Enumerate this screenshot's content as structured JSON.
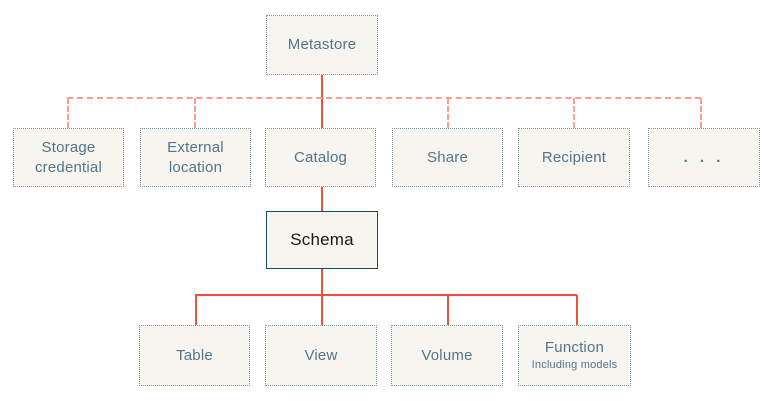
{
  "colors": {
    "accent_red": "#F2503B",
    "dashed_salmon": "#FA9C8E",
    "box_fill": "#F7F5EF",
    "box_border": "#7E98A6",
    "text_slate": "#54748A",
    "schema_border": "#1D4D5E",
    "schema_text": "#1A1A1A",
    "canvas_bg": "#FFFFFF"
  },
  "diagram": {
    "type": "hierarchy",
    "levels": [
      [
        "Metastore"
      ],
      [
        "Storage credential",
        "External location",
        "Catalog",
        "Share",
        "Recipient",
        ". . ."
      ],
      [
        "Schema"
      ],
      [
        "Table",
        "View",
        "Volume",
        "Function (Including models)"
      ]
    ]
  },
  "nodes": {
    "metastore": {
      "label": "Metastore"
    },
    "storage_credential": {
      "label": "Storage credential"
    },
    "external_location": {
      "label": "External location"
    },
    "catalog": {
      "label": "Catalog"
    },
    "share": {
      "label": "Share"
    },
    "recipient": {
      "label": "Recipient"
    },
    "ellipsis": {
      "label": ". . ."
    },
    "schema": {
      "label": "Schema"
    },
    "table": {
      "label": "Table"
    },
    "view": {
      "label": "View"
    },
    "volume": {
      "label": "Volume"
    },
    "function": {
      "label": "Function",
      "sublabel": "Including models"
    }
  }
}
